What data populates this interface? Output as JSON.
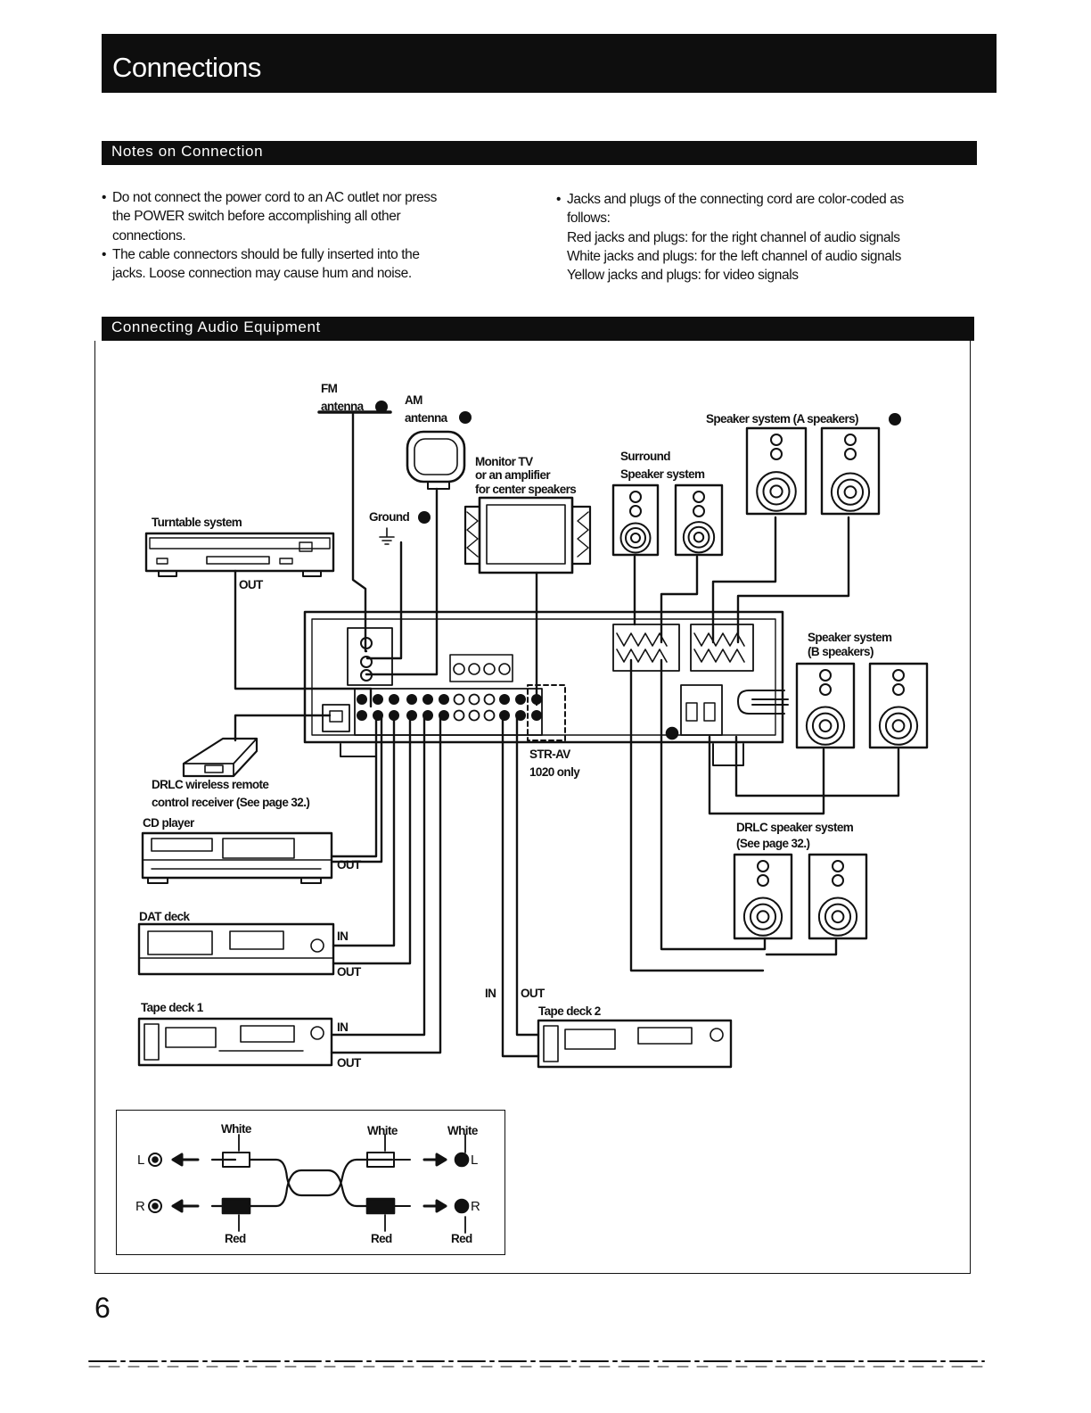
{
  "header": {
    "title": "Connections"
  },
  "notes_section": {
    "title": "Notes on Connection",
    "left_bullets": [
      {
        "lines": [
          "Do not connect the power cord to an AC outlet nor press",
          "the POWER switch before accomplishing all other",
          "connections."
        ]
      },
      {
        "lines": [
          "The cable connectors should be fully inserted into the",
          "jacks. Loose connection may cause hum and noise."
        ]
      }
    ],
    "right_bullet": {
      "lines": [
        "Jacks and plugs of the connecting cord are color-coded as",
        "follows:",
        "Red jacks and plugs: for the right channel of audio signals",
        "White jacks and plugs: for the left channel of audio signals",
        "Yellow jacks and plugs: for video signals"
      ]
    }
  },
  "audio_section": {
    "title": "Connecting Audio Equipment",
    "labels": {
      "fm_antenna_1": "FM",
      "fm_antenna_2": "antenna",
      "am_antenna_1": "AM",
      "am_antenna_2": "antenna",
      "monitor_1": "Monitor TV",
      "monitor_2": "or an amplifier",
      "monitor_3": "for center speakers",
      "surround_1": "Surround",
      "surround_2": "Speaker system",
      "speaker_a": "Speaker system (A speakers)",
      "turntable": "Turntable system",
      "ground": "Ground",
      "turntable_out": "OUT",
      "speaker_b_1": "Speaker system",
      "speaker_b_2": "(B speakers)",
      "str_1": "STR-AV",
      "str_2": "1020 only",
      "drlc_1": "DRLC wireless remote",
      "drlc_2": "control receiver (See page 32.)",
      "cd_player": "CD player",
      "cd_out": "OUT",
      "drlc_spk_1": "DRLC speaker system",
      "drlc_spk_2": "(See page 32.)",
      "dat_deck": "DAT deck",
      "dat_in": "IN",
      "dat_out": "OUT",
      "tape1": "Tape deck 1",
      "tape1_in": "IN",
      "tape1_out": "OUT",
      "tape2_in": "IN",
      "tape2_out": "OUT",
      "tape2": "Tape deck 2"
    },
    "legend": {
      "white_1": "White",
      "white_2": "White",
      "white_3": "White",
      "red_1": "Red",
      "red_2": "Red",
      "red_3": "Red",
      "l_left": "L",
      "r_left": "R",
      "l_right": "L",
      "r_right": "R"
    }
  },
  "footer": {
    "page_number": "6"
  }
}
